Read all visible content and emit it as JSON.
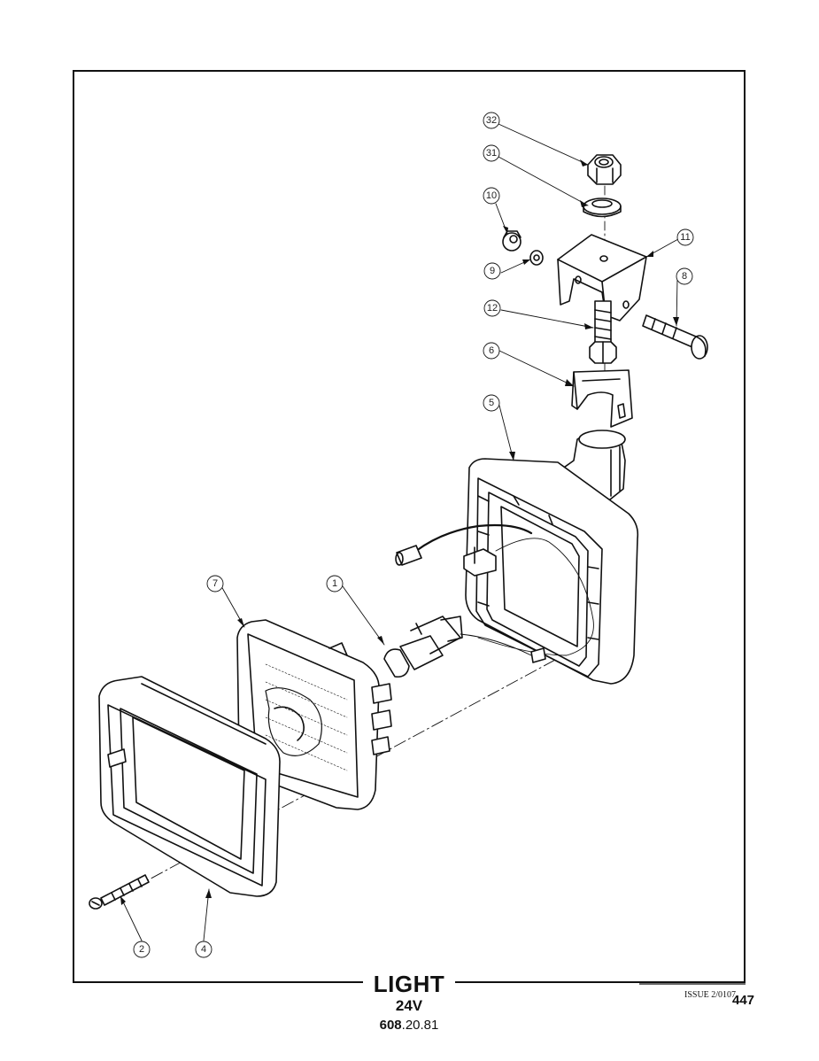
{
  "title": "LIGHT",
  "subtitle": "24V",
  "code_bold": "608",
  "code_rest": ".20.81",
  "issue": "ISSUE 2/0107",
  "page_number": "447",
  "callouts": [
    "32",
    "31",
    "10",
    "11",
    "9",
    "8",
    "12",
    "6",
    "5",
    "7",
    "1",
    "2",
    "4"
  ]
}
